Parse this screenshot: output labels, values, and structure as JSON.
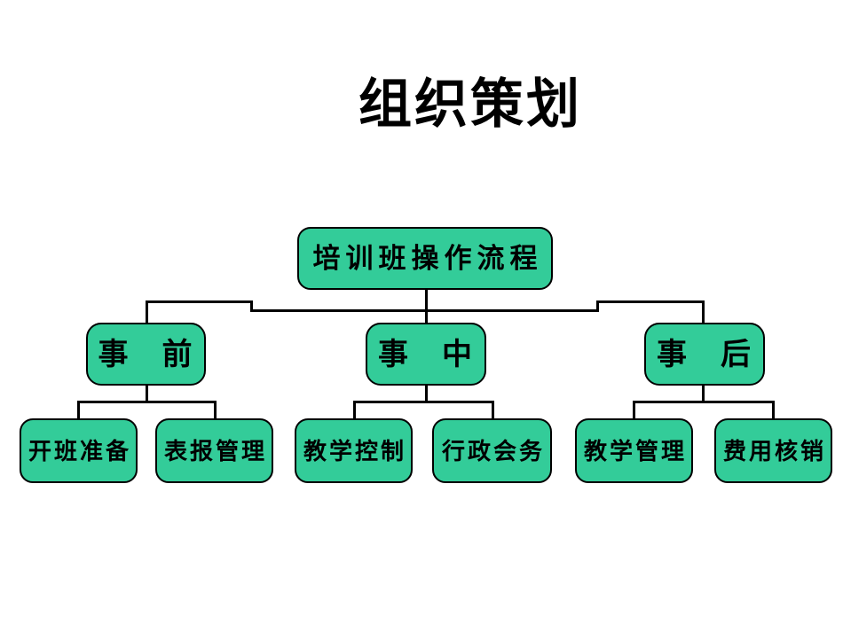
{
  "slide": {
    "title": "组织策划"
  },
  "chart": {
    "root": {
      "label": "培训班操作流程"
    },
    "branches": [
      {
        "label": "事　前",
        "children": [
          {
            "label": "开班准备"
          },
          {
            "label": "表报管理"
          }
        ]
      },
      {
        "label": "事　中",
        "children": [
          {
            "label": "教学控制"
          },
          {
            "label": "行政会务"
          }
        ]
      },
      {
        "label": "事　后",
        "children": [
          {
            "label": "教学管理"
          },
          {
            "label": "费用核销"
          }
        ]
      }
    ]
  },
  "colors": {
    "node_fill": "#33CC99",
    "node_border": "#000000",
    "connector": "#000000",
    "title_text": "#000000",
    "background": "#FFFFFF"
  }
}
